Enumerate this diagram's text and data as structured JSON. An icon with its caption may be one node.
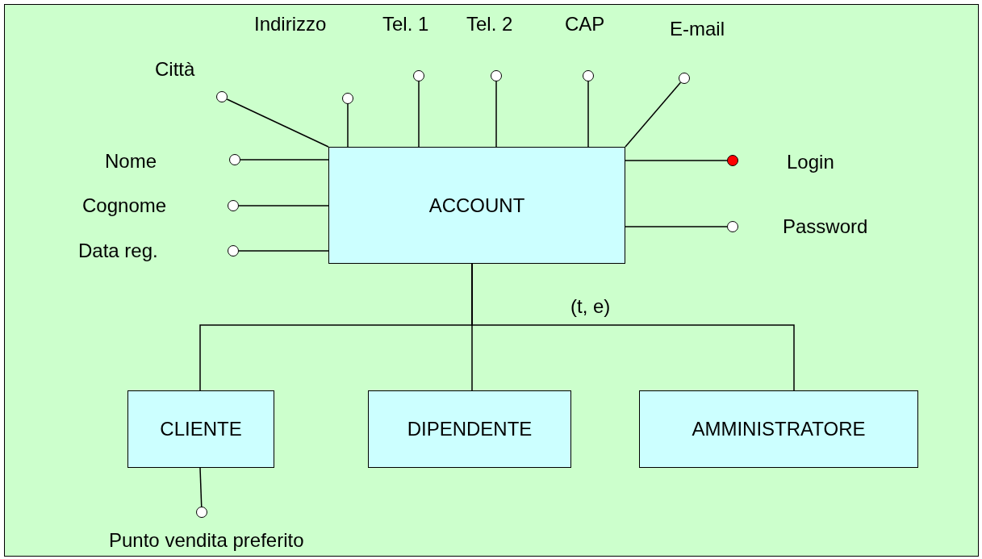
{
  "diagram": {
    "nodes": [
      {
        "text": [],
        "shape": "circle",
        "beside": [
          "Città"
        ]
      },
      {
        "text": [],
        "shape": "circle",
        "beside": [
          "Indirizzo"
        ]
      },
      {
        "text": [],
        "shape": "circle",
        "beside": [
          "Tel. 1"
        ]
      },
      {
        "text": [],
        "shape": "circle",
        "beside": [
          "Tel. 2"
        ]
      },
      {
        "text": [],
        "shape": "circle",
        "beside": [
          "CAP"
        ]
      },
      {
        "text": [],
        "shape": "circle",
        "beside": [
          "E-mail"
        ]
      },
      {
        "text": [],
        "shape": "circle",
        "beside": [
          "Nome"
        ]
      },
      {
        "text": [],
        "shape": "circle",
        "beside": [
          "Cognome"
        ]
      },
      {
        "text": [],
        "shape": "circle",
        "beside": [
          "Data reg."
        ]
      },
      {
        "text": [
          "ACCOUNT"
        ]
      },
      {
        "text": [],
        "shape": "circle",
        "beside": [
          "Login"
        ]
      },
      {
        "text": [],
        "shape": "circle",
        "beside": [
          "Password"
        ]
      },
      {
        "text": [
          "CLIENTE"
        ]
      },
      {
        "text": [
          "DIPENDENTE"
        ]
      },
      {
        "text": [
          "AMMINISTRATORE"
        ]
      },
      {
        "text": [],
        "shape": "circle",
        "beside": [
          "Punto vendita preferito"
        ]
      }
    ],
    "edges": [
      {
        "from": 9,
        "to": 0,
        "arrow": "none"
      },
      {
        "from": 9,
        "to": 1,
        "arrow": "none"
      },
      {
        "from": 9,
        "to": 2,
        "arrow": "none"
      },
      {
        "from": 9,
        "to": 3,
        "arrow": "none"
      },
      {
        "from": 9,
        "to": 4,
        "arrow": "none"
      },
      {
        "from": 9,
        "to": 5,
        "arrow": "none"
      },
      {
        "from": 9,
        "to": 6,
        "arrow": "none"
      },
      {
        "from": 9,
        "to": 7,
        "arrow": "none"
      },
      {
        "from": 9,
        "to": 8,
        "arrow": "none"
      },
      {
        "from": 9,
        "to": 10,
        "arrow": "none"
      },
      {
        "from": 9,
        "to": 11,
        "arrow": "none"
      },
      {
        "from": 9,
        "to": 12,
        "arrow": "none"
      },
      {
        "from": 9,
        "to": 13,
        "arrow": "none"
      },
      {
        "from": 9,
        "to": 14,
        "arrow": "none"
      },
      {
        "from": 12,
        "to": 15,
        "arrow": "none"
      }
    ],
    "labels": [
      "(t, e)"
    ]
  }
}
